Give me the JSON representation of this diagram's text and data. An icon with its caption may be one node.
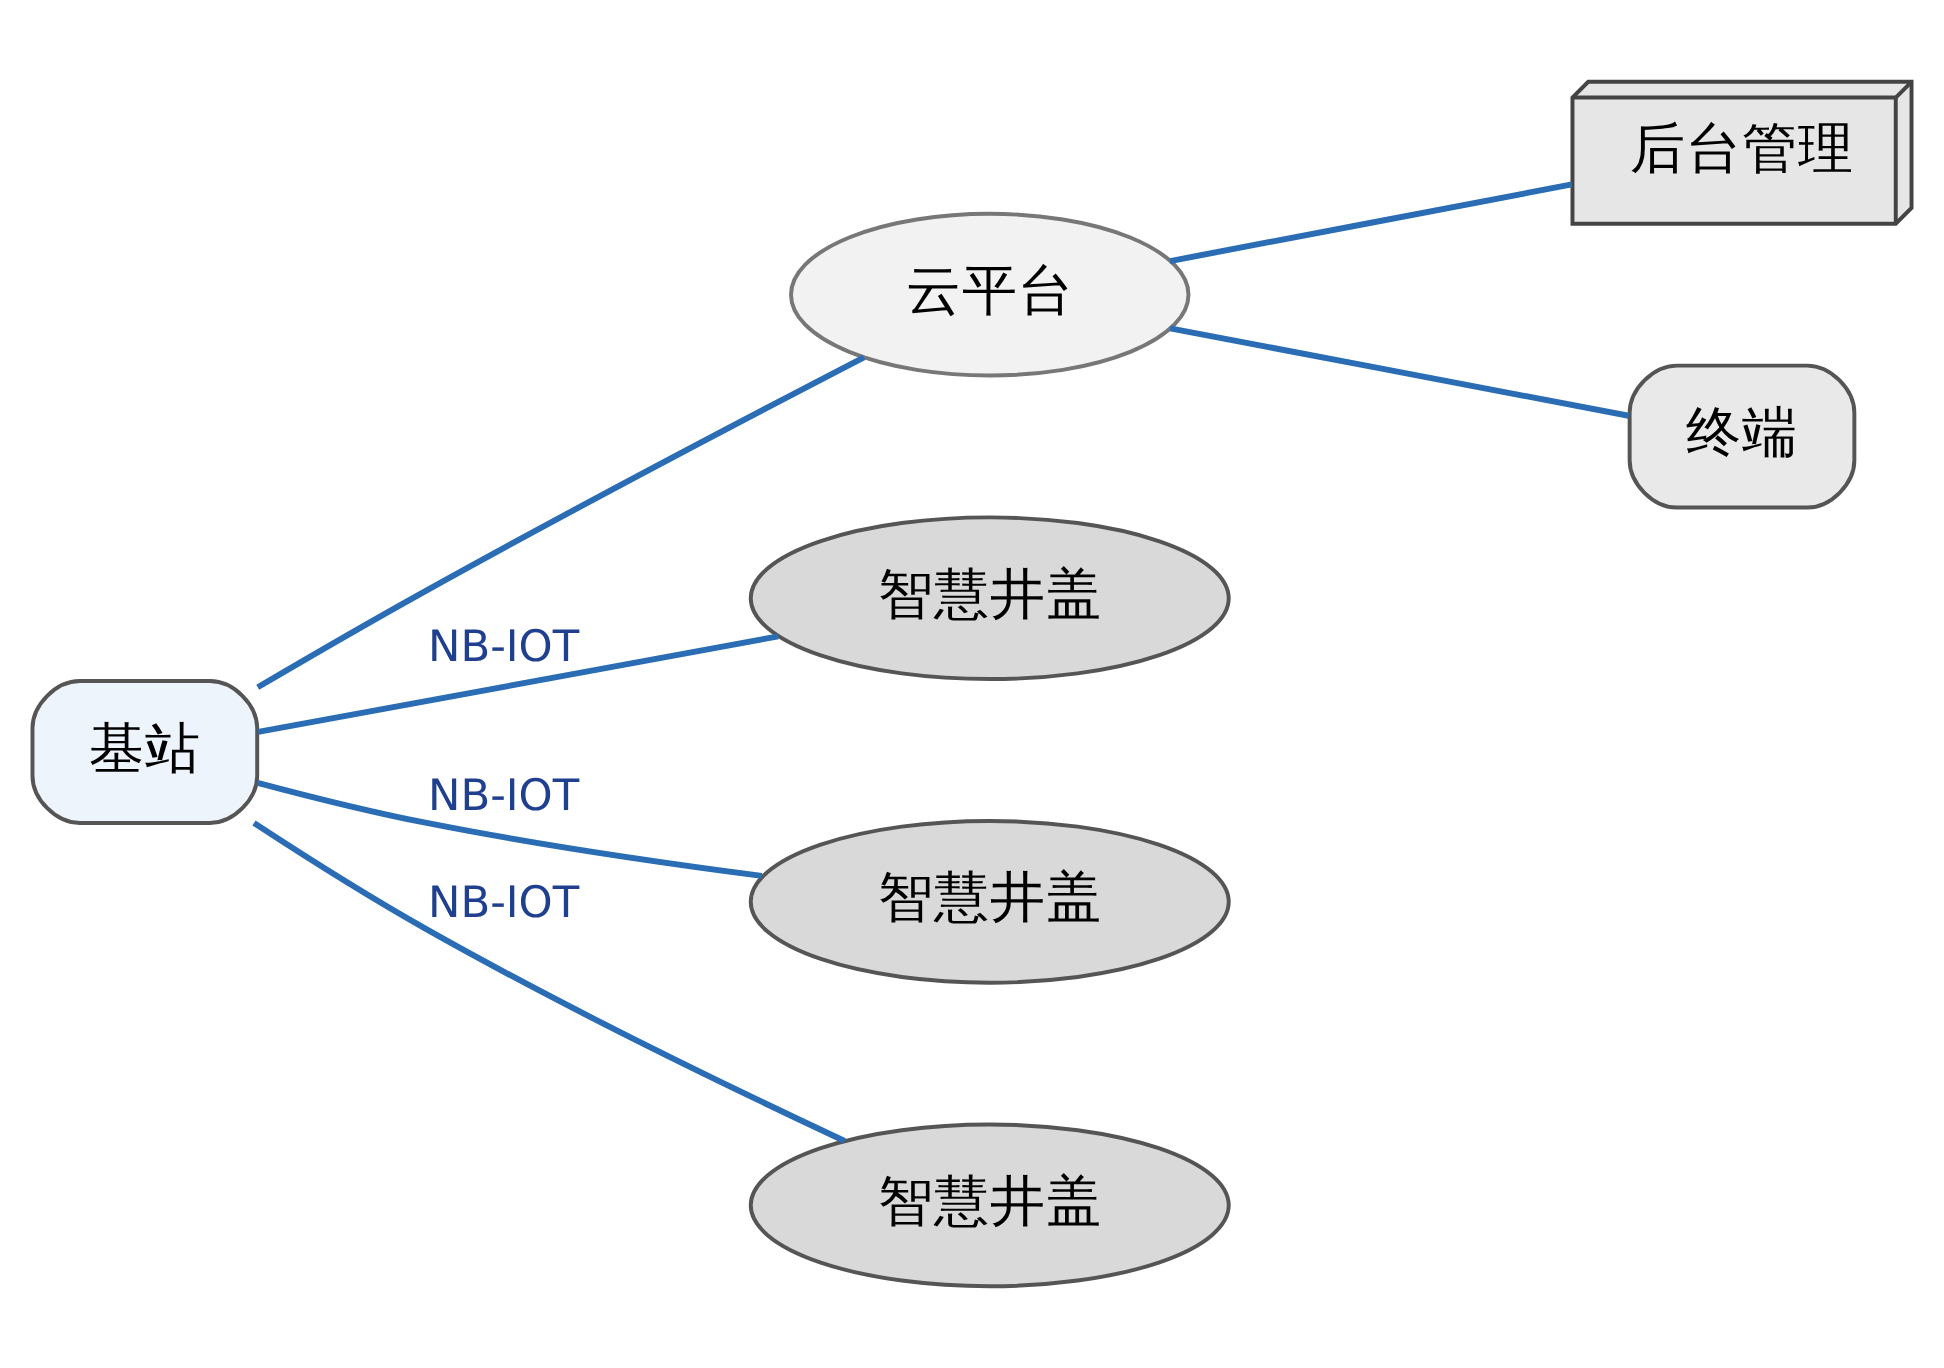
{
  "diagram": {
    "nodes": [
      {
        "text": [
          "基站"
        ]
      },
      {
        "text": [
          "云平台"
        ]
      },
      {
        "text": [
          "后台管理"
        ]
      },
      {
        "text": [
          "智慧井盖"
        ]
      },
      {
        "text": [
          "智慧井盖"
        ]
      },
      {
        "text": [
          "终端"
        ]
      },
      {
        "text": [
          "智慧井盖"
        ]
      }
    ],
    "edges": [
      {
        "from": 0,
        "to": 1,
        "arrow": "none"
      },
      {
        "from": 1,
        "to": 2,
        "arrow": "none"
      },
      {
        "from": 1,
        "to": 5,
        "arrow": "none"
      },
      {
        "from": 0,
        "to": 3,
        "arrow": "none",
        "label": "NB-IOT"
      },
      {
        "from": 0,
        "to": 4,
        "arrow": "none",
        "label": "NB-IOT"
      },
      {
        "from": 0,
        "to": 6,
        "arrow": "none",
        "label": "NB-IOT"
      }
    ]
  }
}
